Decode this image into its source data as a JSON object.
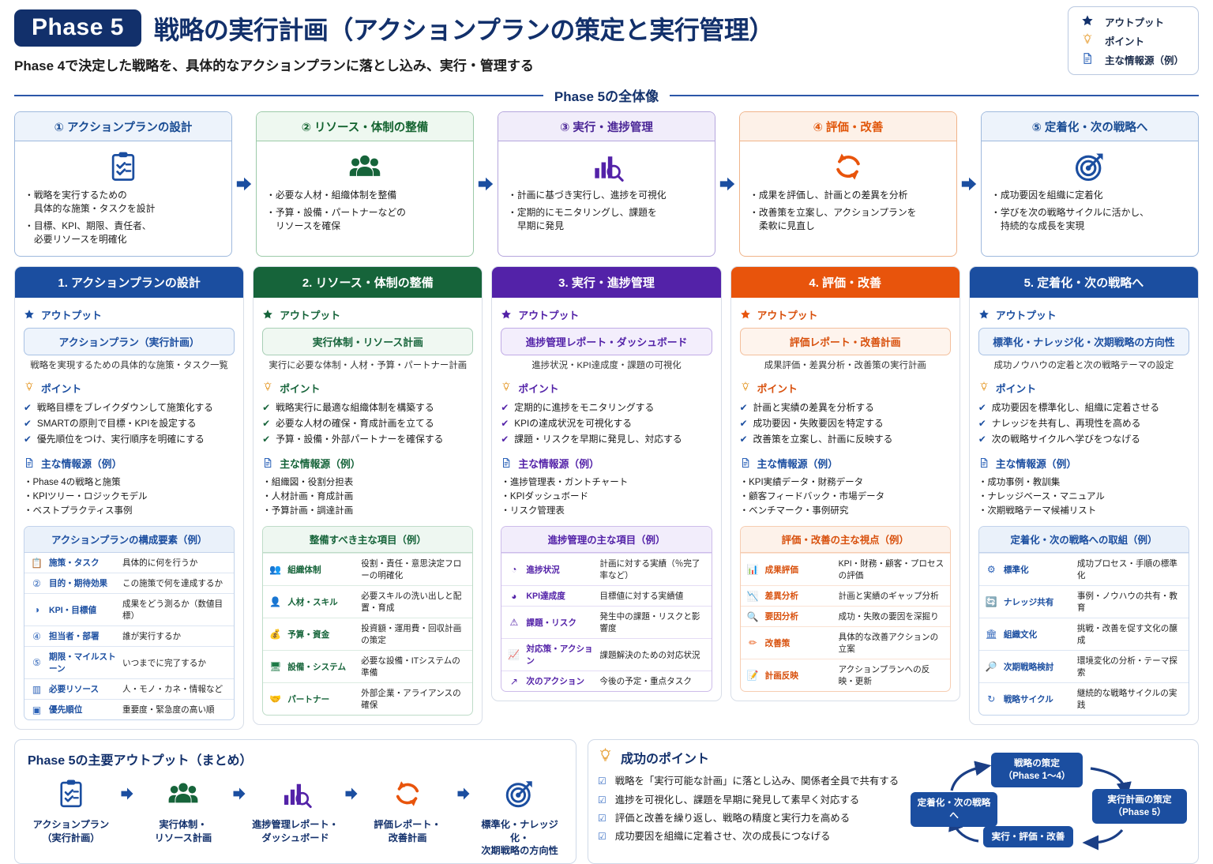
{
  "header": {
    "badge": "Phase 5",
    "title": "戦略の実行計画（アクションプランの策定と実行管理）",
    "subtitle": "Phase 4で決定した戦略を、具体的なアクションプランに落とし込み、実行・管理する",
    "legend": [
      {
        "icon": "star-icon",
        "glyph": "★",
        "label": "アウトプット",
        "color": "#12306b"
      },
      {
        "icon": "lightbulb-icon",
        "glyph": "💡",
        "label": "ポイント",
        "color": "#e8a33d"
      },
      {
        "icon": "document-icon",
        "glyph": "📄",
        "label": "主な情報源（例）",
        "color": "#2b62b8"
      }
    ]
  },
  "overview": {
    "divider_label": "Phase 5の全体像",
    "cards": [
      {
        "title": "① アクションプランの設計",
        "theme": "v-blue",
        "icon": "clipboard-check-icon",
        "bullets": [
          "戦略を実行するための\n具体的な施策・タスクを設計",
          "目標、KPI、期限、責任者、\n必要リソースを明確化"
        ]
      },
      {
        "title": "② リソース・体制の整備",
        "theme": "v-green",
        "icon": "people-group-icon",
        "bullets": [
          "必要な人材・組織体制を整備",
          "予算・設備・パートナーなどの\nリソースを確保"
        ]
      },
      {
        "title": "③ 実行・進捗管理",
        "theme": "v-purp",
        "icon": "bar-chart-search-icon",
        "bullets": [
          "計画に基づき実行し、進捗を可視化",
          "定期的にモニタリングし、課題を\n早期に発見"
        ]
      },
      {
        "title": "④ 評価・改善",
        "theme": "v-orng",
        "icon": "refresh-cycle-icon",
        "bullets": [
          "成果を評価し、計画との差異を分析",
          "改善策を立案し、アクションプランを\n柔軟に見直し"
        ]
      },
      {
        "title": "⑤ 定着化・次の戦略へ",
        "theme": "v-blue",
        "icon": "target-arrow-icon",
        "bullets": [
          "成功要因を組織に定着化",
          "学びを次の戦略サイクルに活かし、\n持続的な成長を実現"
        ]
      }
    ]
  },
  "labels": {
    "output": "アウトプット",
    "point": "ポイント",
    "source": "主な情報源（例）"
  },
  "columns": [
    {
      "theme": "t1",
      "accent": "#1b4ea0",
      "head": "1. アクションプランの設計",
      "output_pill": "アクションプラン（実行計画）",
      "output_desc": "戦略を実現するための具体的な施策・タスク一覧",
      "points": [
        "戦略目標をブレイクダウンして施策化する",
        "SMARTの原則で目標・KPIを設定する",
        "優先順位をつけ、実行順序を明確にする"
      ],
      "sources": [
        "Phase 4の戦略と施策",
        "KPIツリー・ロジックモデル",
        "ベストプラクティス事例"
      ],
      "table_title": "アクションプランの構成要素（例）",
      "rows": [
        {
          "icon": "clipboard-icon",
          "glyph": "📋",
          "key": "施策・タスク",
          "val": "具体的に何を行うか"
        },
        {
          "icon": "number-2-icon",
          "glyph": "②",
          "key": "目的・期待効果",
          "val": "この施策で何を達成するか"
        },
        {
          "icon": "gauge-icon",
          "glyph": "◑",
          "key": "KPI・目標値",
          "val": "成果をどう測るか（数値目標）"
        },
        {
          "icon": "number-4-icon",
          "glyph": "④",
          "key": "担当者・部署",
          "val": "誰が実行するか"
        },
        {
          "icon": "number-5-icon",
          "glyph": "⑤",
          "key": "期限・マイルストーン",
          "val": "いつまでに完了するか"
        },
        {
          "icon": "resources-icon",
          "glyph": "▥",
          "key": "必要リソース",
          "val": "人・モノ・カネ・情報など"
        },
        {
          "icon": "priority-icon",
          "glyph": "▣",
          "key": "優先順位",
          "val": "重要度・緊急度の高い順"
        }
      ]
    },
    {
      "theme": "t2",
      "accent": "#16643a",
      "head": "2. リソース・体制の整備",
      "output_pill": "実行体制・リソース計画",
      "output_desc": "実行に必要な体制・人材・予算・パートナー計画",
      "points": [
        "戦略実行に最適な組織体制を構築する",
        "必要な人材の確保・育成計画を立てる",
        "予算・設備・外部パートナーを確保する"
      ],
      "sources": [
        "組織図・役割分担表",
        "人材計画・育成計画",
        "予算計画・調達計画"
      ],
      "table_title": "整備すべき主な項目（例）",
      "rows": [
        {
          "icon": "org-chart-icon",
          "glyph": "👥",
          "key": "組織体制",
          "val": "役割・責任・意思決定フローの明確化"
        },
        {
          "icon": "person-skill-icon",
          "glyph": "👤",
          "key": "人材・スキル",
          "val": "必要スキルの洗い出しと配置・育成"
        },
        {
          "icon": "budget-icon",
          "glyph": "💰",
          "key": "予算・資金",
          "val": "投資額・運用費・回収計画の策定"
        },
        {
          "icon": "system-icon",
          "glyph": "🖥",
          "key": "設備・システム",
          "val": "必要な設備・ITシステムの準備"
        },
        {
          "icon": "partner-icon",
          "glyph": "🤝",
          "key": "パートナー",
          "val": "外部企業・アライアンスの確保"
        }
      ]
    },
    {
      "theme": "t3",
      "accent": "#5322a8",
      "head": "3. 実行・進捗管理",
      "output_pill": "進捗管理レポート・ダッシュボード",
      "output_desc": "進捗状況・KPI達成度・課題の可視化",
      "points": [
        "定期的に進捗をモニタリングする",
        "KPIの達成状況を可視化する",
        "課題・リスクを早期に発見し、対応する"
      ],
      "sources": [
        "進捗管理表・ガントチャート",
        "KPIダッシュボード",
        "リスク管理表"
      ],
      "table_title": "進捗管理の主な項目（例）",
      "rows": [
        {
          "icon": "pie-progress-icon",
          "glyph": "◔",
          "key": "進捗状況",
          "val": "計画に対する実績（％完了率など）"
        },
        {
          "icon": "pie-kpi-icon",
          "glyph": "◕",
          "key": "KPI達成度",
          "val": "目標値に対する実績値"
        },
        {
          "icon": "warning-icon",
          "glyph": "⚠",
          "key": "課題・リスク",
          "val": "発生中の課題・リスクと影響度"
        },
        {
          "icon": "action-trend-icon",
          "glyph": "📈",
          "key": "対応策・アクション",
          "val": "課題解決のための対応状況"
        },
        {
          "icon": "next-action-icon",
          "glyph": "↗",
          "key": "次のアクション",
          "val": "今後の予定・重点タスク"
        }
      ]
    },
    {
      "theme": "t4",
      "accent": "#e8540c",
      "head": "4. 評価・改善",
      "output_pill": "評価レポート・改善計画",
      "output_desc": "成果評価・差異分析・改善策の実行計画",
      "points": [
        "計画と実績の差異を分析する",
        "成功要因・失敗要因を特定する",
        "改善策を立案し、計画に反映する"
      ],
      "sources": [
        "KPI実績データ・財務データ",
        "顧客フィードバック・市場データ",
        "ベンチマーク・事例研究"
      ],
      "table_title": "評価・改善の主な視点（例）",
      "rows": [
        {
          "icon": "bar-eval-icon",
          "glyph": "📊",
          "key": "成果評価",
          "val": "KPI・財務・顧客・プロセスの評価"
        },
        {
          "icon": "gap-trend-icon",
          "glyph": "📉",
          "key": "差異分析",
          "val": "計画と実績のギャップ分析"
        },
        {
          "icon": "magnifier-icon",
          "glyph": "🔍",
          "key": "要因分析",
          "val": "成功・失敗の要因を深掘り"
        },
        {
          "icon": "improve-pen-icon",
          "glyph": "✏",
          "key": "改善策",
          "val": "具体的な改善アクションの立案"
        },
        {
          "icon": "plan-update-icon",
          "glyph": "📝",
          "key": "計画反映",
          "val": "アクションプランへの反映・更新"
        }
      ]
    },
    {
      "theme": "t5",
      "accent": "#1b4ea0",
      "head": "5. 定着化・次の戦略へ",
      "output_pill": "標準化・ナレッジ化・次期戦略の方向性",
      "output_desc": "成功ノウハウの定着と次の戦略テーマの設定",
      "points": [
        "成功要因を標準化し、組織に定着させる",
        "ナレッジを共有し、再現性を高める",
        "次の戦略サイクルへ学びをつなげる"
      ],
      "sources": [
        "成功事例・教訓集",
        "ナレッジベース・マニュアル",
        "次期戦略テーマ候補リスト"
      ],
      "table_title": "定着化・次の戦略への取組（例）",
      "rows": [
        {
          "icon": "standardize-icon",
          "glyph": "⚙",
          "key": "標準化",
          "val": "成功プロセス・手順の標準化"
        },
        {
          "icon": "knowledge-share-icon",
          "glyph": "🔄",
          "key": "ナレッジ共有",
          "val": "事例・ノウハウの共有・教育"
        },
        {
          "icon": "culture-icon",
          "glyph": "🏛",
          "key": "組織文化",
          "val": "挑戦・改善を促す文化の醸成"
        },
        {
          "icon": "next-strategy-icon",
          "glyph": "🔎",
          "key": "次期戦略検討",
          "val": "環境変化の分析・テーマ探索"
        },
        {
          "icon": "strategy-cycle-icon",
          "glyph": "↻",
          "key": "戦略サイクル",
          "val": "継続的な戦略サイクルの実践"
        }
      ]
    }
  ],
  "summary": {
    "title": "Phase 5の主要アウトプット（まとめ）",
    "items": [
      {
        "icon": "clipboard-check-icon",
        "label": "アクションプラン\n（実行計画）"
      },
      {
        "icon": "people-group-icon",
        "label": "実行体制・\nリソース計画"
      },
      {
        "icon": "bar-chart-search-icon",
        "label": "進捗管理レポート・\nダッシュボード"
      },
      {
        "icon": "refresh-cycle-icon",
        "label": "評価レポート・\n改善計画"
      },
      {
        "icon": "target-arrow-icon",
        "label": "標準化・ナレッジ化・\n次期戦略の方向性"
      }
    ]
  },
  "success": {
    "title": "成功のポイント",
    "icon": "lightbulb-icon",
    "items": [
      "戦略を「実行可能な計画」に落とし込み、関係者全員で共有する",
      "進捗を可視化し、課題を早期に発見して素早く対応する",
      "評価と改善を繰り返し、戦略の精度と実行力を高める",
      "成功要因を組織に定着させ、次の成長につなげる"
    ]
  },
  "cycle": {
    "top": "戦略の策定\n（Phase 1〜4）",
    "right": "実行計画の策定\n（Phase 5）",
    "bottom": "実行・評価・改善",
    "left": "定着化・次の戦略へ"
  }
}
